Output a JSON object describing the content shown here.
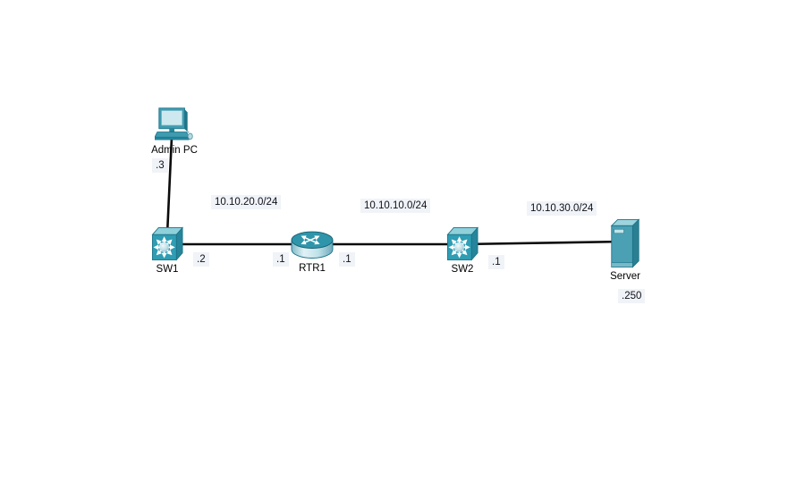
{
  "devices": [
    {
      "name": "Admin PC",
      "kind": "laptop",
      "host_address": ".3"
    },
    {
      "name": "SW1",
      "kind": "switch"
    },
    {
      "name": "RTR1",
      "kind": "router"
    },
    {
      "name": "SW2",
      "kind": "switch"
    },
    {
      "name": "Server",
      "kind": "server",
      "host_address": ".250"
    }
  ],
  "interface_labels": [
    ".2",
    ".1",
    ".1",
    ".1"
  ],
  "network_labels": [
    "10.10.20.0/24",
    "10.10.10.0/24",
    "10.10.30.0/24"
  ],
  "icons": [
    "pc-icon",
    "switch-icon",
    "router-icon",
    "server-icon"
  ],
  "colors": {
    "canvas_bg": "#ffffff",
    "device_teal_front": "#2f9db3",
    "device_teal_top": "#8fd0db",
    "device_teal_dark": "#26859b",
    "link": "#0b0b0b",
    "note_bg": "#f0f3f7",
    "text": "#000000"
  }
}
